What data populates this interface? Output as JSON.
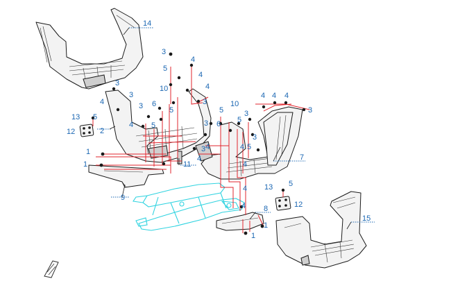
{
  "callouts": [
    {
      "id": "c14",
      "text": "14"
    },
    {
      "id": "c3a",
      "text": "3"
    },
    {
      "id": "c4a",
      "text": "4"
    },
    {
      "id": "c5a",
      "text": "5"
    },
    {
      "id": "c4b",
      "text": "4"
    },
    {
      "id": "c3b",
      "text": "3"
    },
    {
      "id": "c10a",
      "text": "10"
    },
    {
      "id": "c4c",
      "text": "4"
    },
    {
      "id": "c3c",
      "text": "3"
    },
    {
      "id": "c4d",
      "text": "4"
    },
    {
      "id": "c3d",
      "text": "3"
    },
    {
      "id": "c6a",
      "text": "6"
    },
    {
      "id": "c5b",
      "text": "5"
    },
    {
      "id": "c3e",
      "text": "3"
    },
    {
      "id": "c13a",
      "text": "13"
    },
    {
      "id": "c5c",
      "text": "5"
    },
    {
      "id": "c2",
      "text": "2"
    },
    {
      "id": "c4e",
      "text": "4"
    },
    {
      "id": "c5d",
      "text": "5"
    },
    {
      "id": "c12a",
      "text": "12"
    },
    {
      "id": "c3f",
      "text": "3"
    },
    {
      "id": "c4f",
      "text": "4"
    },
    {
      "id": "c11",
      "text": "11"
    },
    {
      "id": "c1a",
      "text": "1"
    },
    {
      "id": "c1b",
      "text": "1"
    },
    {
      "id": "c9",
      "text": "9"
    },
    {
      "id": "c4g",
      "text": "4"
    },
    {
      "id": "c4h",
      "text": "4"
    },
    {
      "id": "c3g",
      "text": "3"
    },
    {
      "id": "c5e",
      "text": "5"
    },
    {
      "id": "c10b",
      "text": "10"
    },
    {
      "id": "c6b",
      "text": "6"
    },
    {
      "id": "c5f",
      "text": "5"
    },
    {
      "id": "c3h",
      "text": "3"
    },
    {
      "id": "c4i",
      "text": "4"
    },
    {
      "id": "c4j",
      "text": "4"
    },
    {
      "id": "c4k",
      "text": "4"
    },
    {
      "id": "c3i",
      "text": "3"
    },
    {
      "id": "c3j",
      "text": "3"
    },
    {
      "id": "c5g",
      "text": "5"
    },
    {
      "id": "c7",
      "text": "7"
    },
    {
      "id": "c4l",
      "text": "4"
    },
    {
      "id": "c4m",
      "text": "4"
    },
    {
      "id": "c13b",
      "text": "13"
    },
    {
      "id": "c5h",
      "text": "5"
    },
    {
      "id": "c12b",
      "text": "12"
    },
    {
      "id": "c4n",
      "text": "4"
    },
    {
      "id": "c8",
      "text": "8"
    },
    {
      "id": "c15",
      "text": "15"
    },
    {
      "id": "c1c",
      "text": "1"
    },
    {
      "id": "c1d",
      "text": "1"
    }
  ],
  "colors": {
    "callout": "#1b67b3",
    "explode_line": "#e0242c",
    "frame": "#2fd3e0",
    "part_outline": "#1a1a1a"
  },
  "icons": {
    "watermark": "doc-corner-icon"
  }
}
